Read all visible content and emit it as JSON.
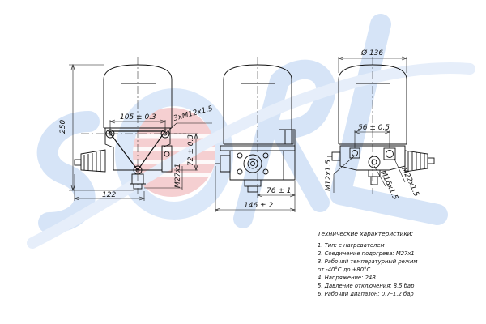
{
  "watermark": {
    "text": "SORL",
    "colors": {
      "letters": "#2f6fce",
      "ball": "#e8343a"
    }
  },
  "drawing": {
    "front": {
      "height": "250",
      "bolt_spacing": "105 ± 0.3",
      "thread_holes": "3xM12x1.5",
      "mount_offset": "72 ± 0.3",
      "heater_thread": "M27x1",
      "base_width": "122"
    },
    "side": {
      "depth1": "76 ± 1",
      "depth2": "146 ± 2"
    },
    "rear": {
      "diameter": "Ø 136",
      "port_spacing": "56 ± 0.5",
      "port1": "M12x1.5",
      "port2": "M16x1.5",
      "port3": "M22x1.5"
    }
  },
  "specs": {
    "title": "Технические характеристики:",
    "items": [
      "1. Тип: с нагревателем",
      "2. Соединение подогрева: M27x1",
      "3. Рабочий температурный режим",
      "от -40°C до +80°C",
      "4. Напряжение: 24В",
      "5. Давление отключения: 8,5 бар",
      "6. Рабочий диапазон: 0,7–1,2 бар"
    ]
  },
  "colors": {
    "line": "#111111",
    "background": "#ffffff"
  }
}
